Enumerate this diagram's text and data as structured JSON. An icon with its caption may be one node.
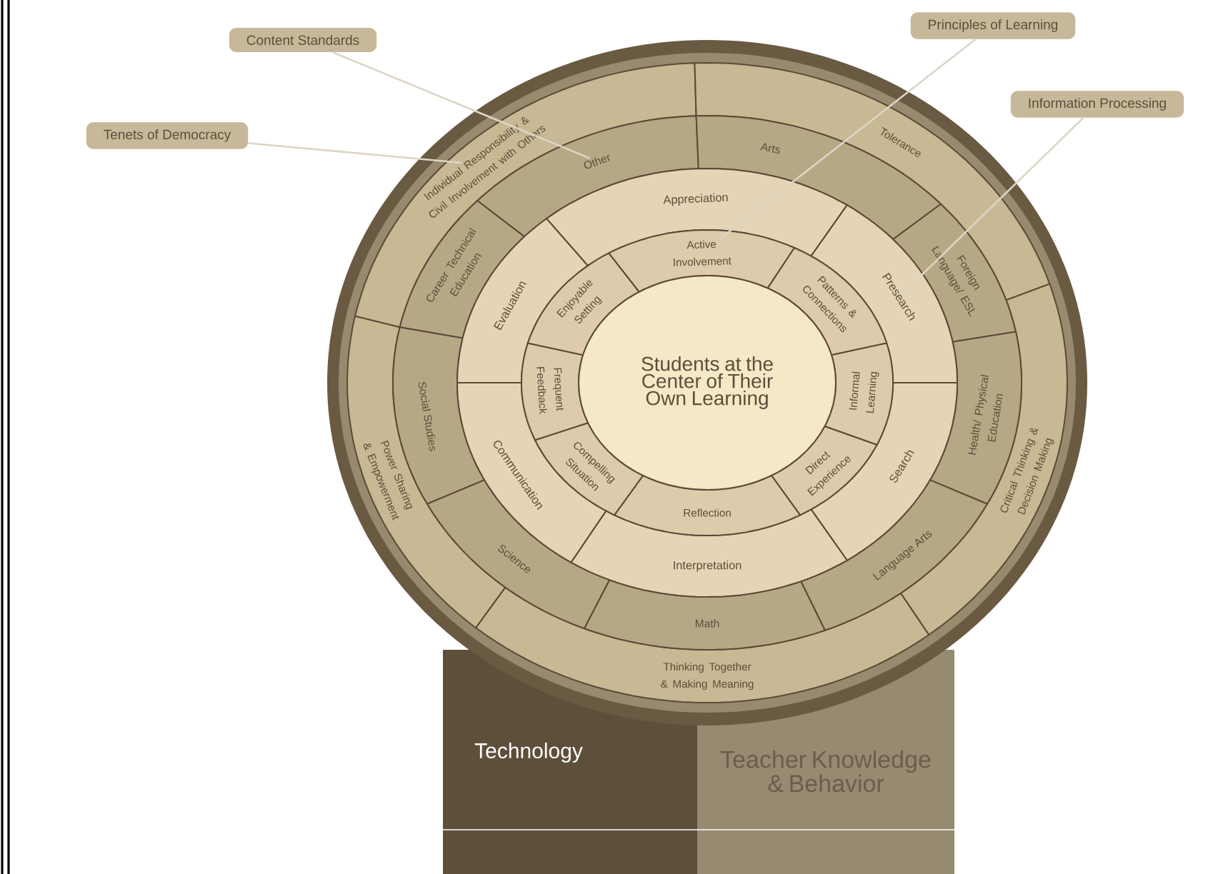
{
  "diagram": {
    "nodes": [
      {
        "text": [
          "Content Standards"
        ]
      },
      {
        "text": [
          "Principles of Learning"
        ]
      },
      {
        "text": [
          "Tenets of Democracy"
        ]
      },
      {
        "text": [
          "Information Processing"
        ]
      },
      {
        "text": [
          "Individual Responsibility & Civil Involvement with Others"
        ]
      },
      {
        "text": [
          "Tolerance"
        ]
      },
      {
        "text": [
          "Critical Thinking & Decision Making"
        ]
      },
      {
        "text": [
          "Thinking Together & Making Meaning"
        ]
      },
      {
        "text": [
          "Power Sharing & Empowerment"
        ]
      },
      {
        "text": [
          "Other"
        ]
      },
      {
        "text": [
          "Arts"
        ]
      },
      {
        "text": [
          "Career Technical Education"
        ]
      },
      {
        "text": [
          "Foreign Language/ ESL"
        ]
      },
      {
        "text": [
          "Social Studies"
        ]
      },
      {
        "text": [
          "Health/ Physical Education"
        ]
      },
      {
        "text": [
          "Science"
        ]
      },
      {
        "text": [
          "Language Arts"
        ]
      },
      {
        "text": [
          "Math"
        ]
      },
      {
        "text": [
          "Appreciation"
        ]
      },
      {
        "text": [
          "Presearch"
        ]
      },
      {
        "text": [
          "Search"
        ]
      },
      {
        "text": [
          "Interpretation"
        ]
      },
      {
        "text": [
          "Communication"
        ]
      },
      {
        "text": [
          "Evaluation"
        ]
      },
      {
        "text": [
          "Active Involvement"
        ]
      },
      {
        "text": [
          "Patterns & Connections"
        ]
      },
      {
        "text": [
          "Informal Learning"
        ]
      },
      {
        "text": [
          "Direct Experience"
        ]
      },
      {
        "text": [
          "Reflection"
        ]
      },
      {
        "text": [
          "Compelling Situation"
        ]
      },
      {
        "text": [
          "Frequent Feedback"
        ]
      },
      {
        "text": [
          "Enjoyable Setting"
        ]
      },
      {
        "text": [
          "Students at the Center of Their Own Learning"
        ]
      },
      {
        "text": [
          "Technology"
        ]
      },
      {
        "text": [
          "Teacher Knowledge & Behavior"
        ]
      }
    ],
    "edges": [
      {
        "from": 0,
        "to": 9,
        "arrow": "none"
      },
      {
        "from": 1,
        "to": 24,
        "arrow": "none"
      },
      {
        "from": 2,
        "to": 4,
        "arrow": "none"
      },
      {
        "from": 3,
        "to": 19,
        "arrow": "none"
      }
    ]
  }
}
